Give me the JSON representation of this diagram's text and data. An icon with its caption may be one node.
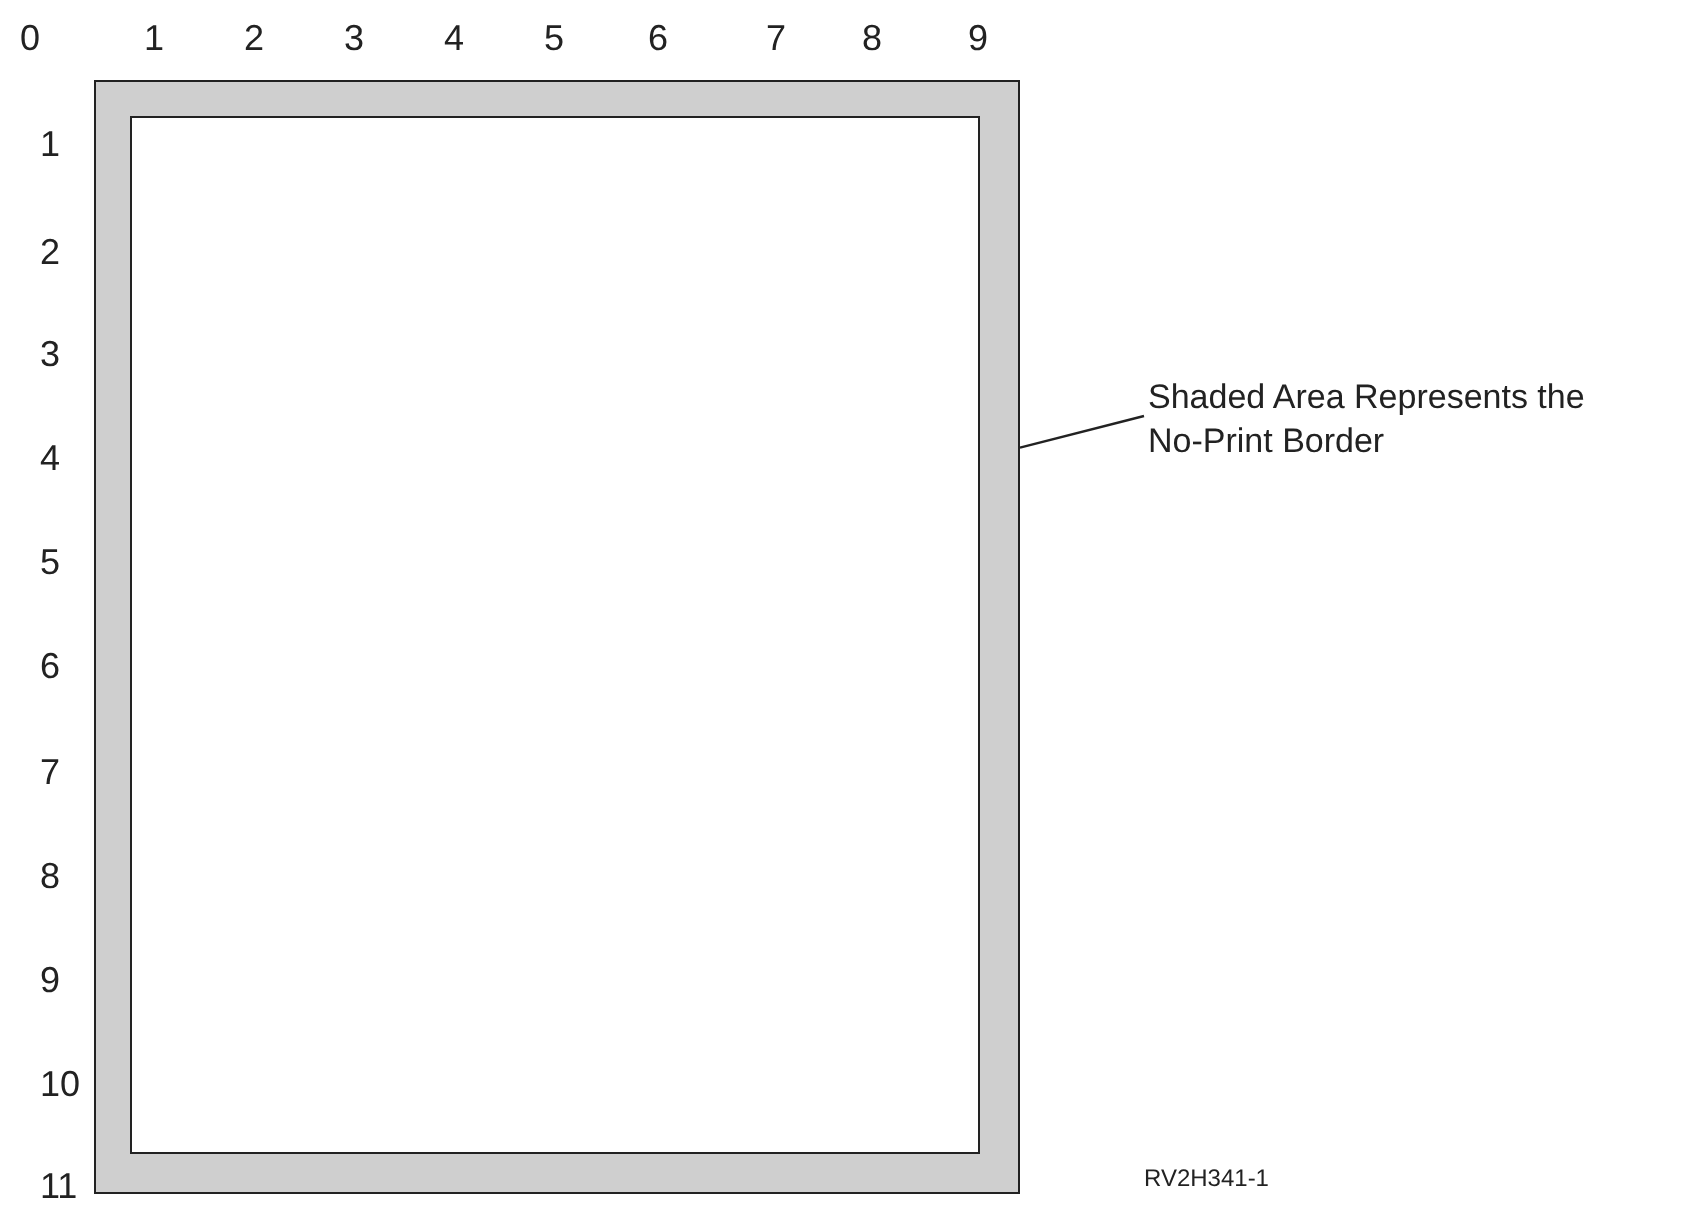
{
  "diagram": {
    "nodes": [
      {
        "text": [
          "Shaded Area Represents the No-Print Border"
        ]
      },
      {
        "text": [],
        "shape": "box"
      }
    ],
    "edges": [
      {
        "from": 0,
        "to": 1,
        "arrow": "none"
      }
    ],
    "labels": [
      "0",
      "1",
      "2",
      "3",
      "4",
      "5",
      "6",
      "7",
      "8",
      "9",
      "1",
      "2",
      "3",
      "4",
      "5",
      "6",
      "7",
      "8",
      "9",
      "10",
      "11",
      "RV2H341-1"
    ]
  }
}
